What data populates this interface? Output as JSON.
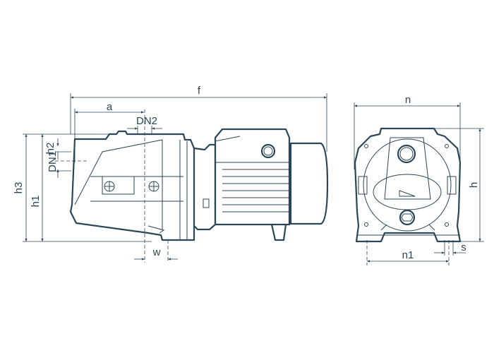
{
  "drawing": {
    "color": "#2b4656",
    "side_view_labels": {
      "f": "f",
      "a": "a",
      "dn2": "DN2",
      "h2": "h2",
      "dn1": "DN1",
      "h3": "h3",
      "h1": "h1",
      "w": "w"
    },
    "front_view_labels": {
      "n": "n",
      "h": "h",
      "n1": "n1",
      "s": "s"
    }
  }
}
